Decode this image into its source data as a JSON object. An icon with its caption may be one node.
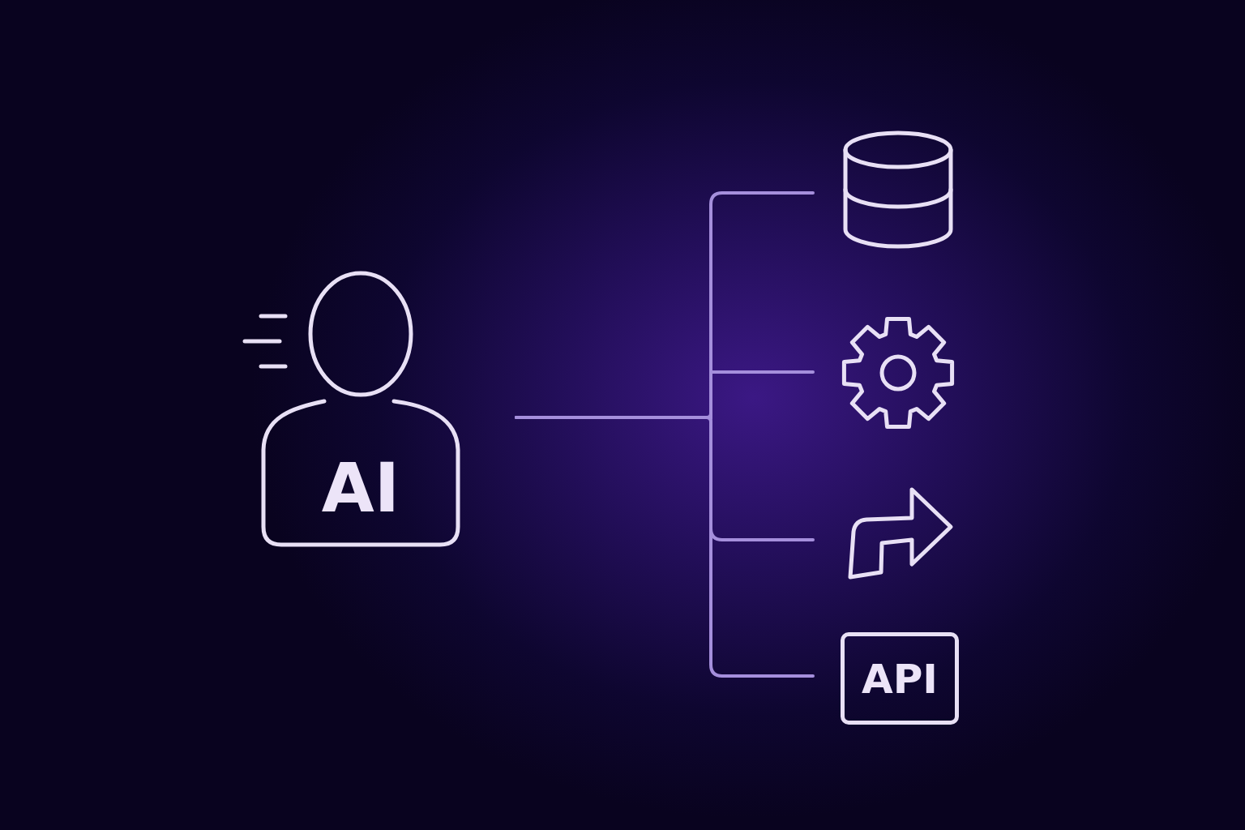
{
  "diagram": {
    "nodes": [
      {
        "text": [
          "AI"
        ]
      },
      {
        "text": [],
        "shape": "cylinder"
      },
      {
        "text": [],
        "shape": "gear"
      },
      {
        "text": [],
        "shape": "arrow"
      },
      {
        "text": [
          "API"
        ]
      }
    ],
    "edges": [
      {
        "from": 0,
        "to": 1,
        "arrow": "none"
      },
      {
        "from": 0,
        "to": 2,
        "arrow": "none"
      },
      {
        "from": 0,
        "to": 3,
        "arrow": "none"
      },
      {
        "from": 0,
        "to": 4,
        "arrow": "none"
      }
    ]
  }
}
